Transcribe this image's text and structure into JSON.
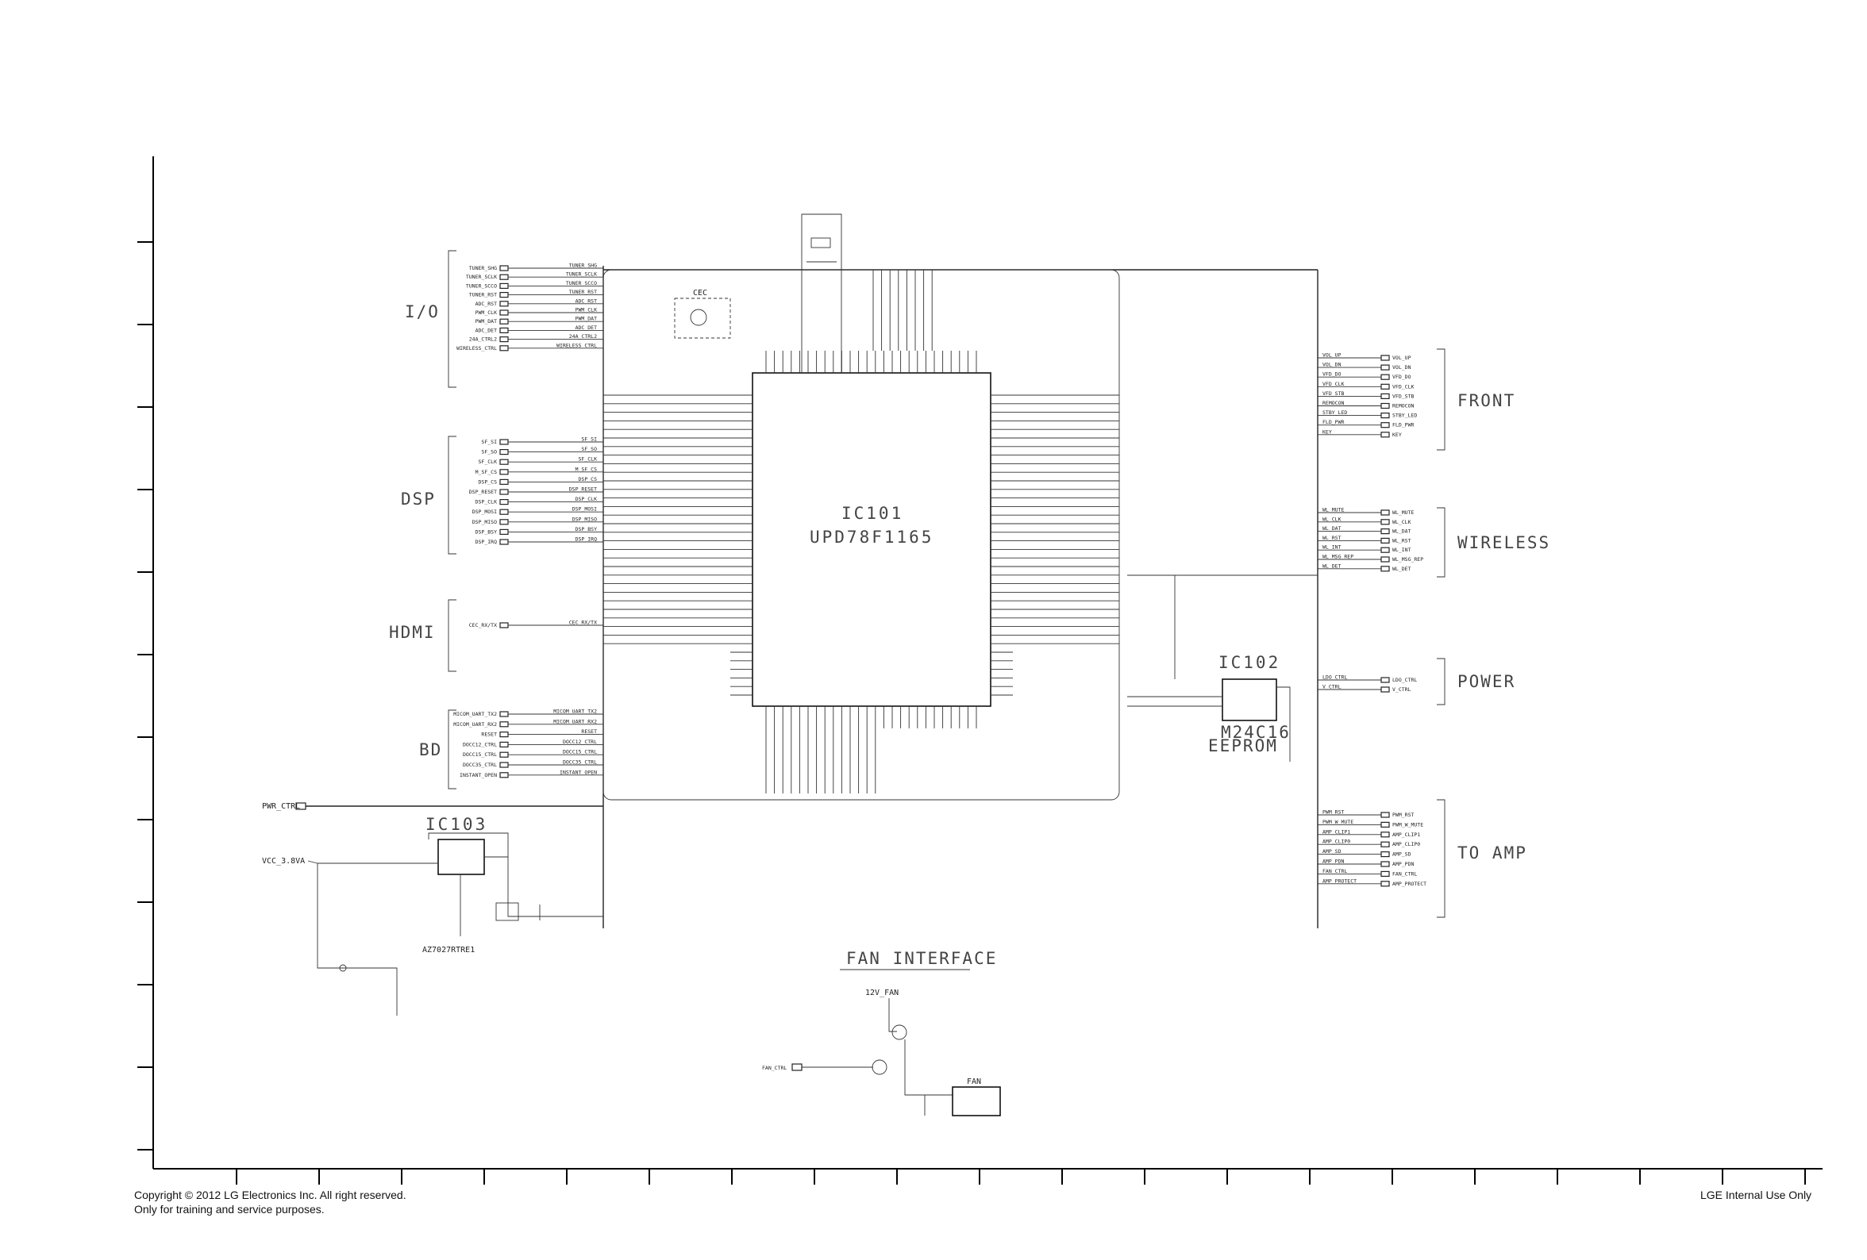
{
  "footer": {
    "copyright": "Copyright © 2012 LG Electronics Inc. All right reserved.",
    "purpose": "Only for training and service purposes.",
    "internal": "LGE Internal Use Only"
  },
  "groups": {
    "io": "I/O",
    "dsp": "DSP",
    "hdmi": "HDMI",
    "bd": "BD",
    "front": "FRONT",
    "wireless": "WIRELESS",
    "power": "POWER",
    "to_amp": "TO AMP"
  },
  "ics": {
    "ic101_ref": "IC101",
    "ic101_part": "UPD78F1165",
    "ic102_ref": "IC102",
    "ic102_part": "M24C16",
    "ic102_type": "EEPROM",
    "ic103_ref": "IC103",
    "ic103_part": "AZ7027RTRE1",
    "fan_title": "FAN INTERFACE",
    "fan_supply": "12V_FAN",
    "fan_conn": "FAN",
    "cec": "CEC",
    "vcc_38": "VCC_3.8VA",
    "pwr_ctrl": "PWR_CTRL",
    "fan_ctrl": "FAN_CTRL"
  },
  "left_signals": {
    "io": [
      "TUNER_SHG",
      "TUNER_SCLK",
      "TUNER_SCCO",
      "TUNER_RST",
      "ADC_RST",
      "PWM_CLK",
      "PWM_DAT",
      "ADC_DET",
      "24A_CTRL2",
      "WIRELESS_CTRL"
    ],
    "dsp": [
      "SF_SI",
      "SF_SO",
      "SF_CLK",
      "M_SF_CS",
      "DSP_CS",
      "DSP_RESET",
      "DSP_CLK",
      "DSP_MOSI",
      "DSP_MISO",
      "DSP_BSY",
      "DSP_IRQ"
    ],
    "hdmi": [
      "CEC_RX/TX"
    ],
    "bd": [
      "MICOM_UART_TX2",
      "MICOM_UART_RX2",
      "RESET",
      "DOCC12_CTRL",
      "DOCC15_CTRL",
      "DOCC35_CTRL",
      "INSTANT_OPEN"
    ]
  },
  "right_signals": {
    "front": [
      "VOL_UP",
      "VOL_DN",
      "VFD_DO",
      "VFD_CLK",
      "VFD_STB",
      "REMOCON",
      "STBY_LED",
      "FLD_PWR",
      "KEY"
    ],
    "wireless": [
      "WL_MUTE",
      "WL_CLK",
      "WL_DAT",
      "WL_RST",
      "WL_INT",
      "WL_MSG_REP",
      "WL_DET"
    ],
    "power": [
      "LDO_CTRL",
      "V_CTRL"
    ],
    "to_amp": [
      "PWM_RST",
      "PWM_W_MUTE",
      "AMP_CLIP1",
      "AMP_CLIP0",
      "AMP_SD",
      "AMP_PDN",
      "FAN_CTRL",
      "AMP_PROTECT"
    ]
  }
}
